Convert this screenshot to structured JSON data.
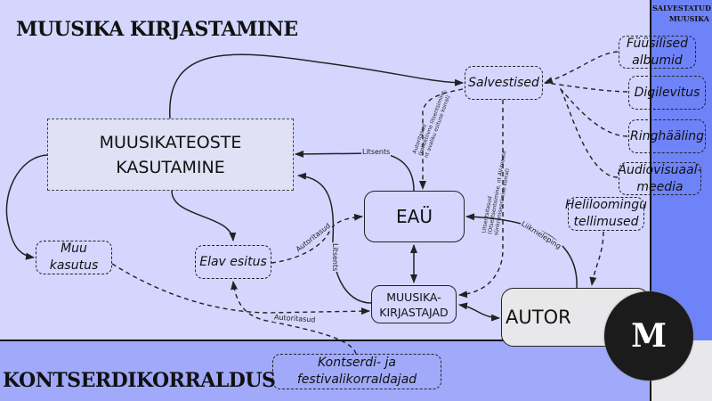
{
  "zones": {
    "main_title": "MUUSIKA KIRJASTAMINE",
    "bottom_title": "KONTSERDIKORRALDUS",
    "right_title": [
      "SALVESTATUD",
      "MUUSIKA"
    ]
  },
  "colors": {
    "main_zone": "#d4d6fd",
    "bottom_zone": "#a1aafa",
    "right_zone": "#6e83f8",
    "corner": "#e8e8ea",
    "logo": "#1b1b1b"
  },
  "nodes": {
    "kasutamine": [
      "MUUSIKATEOSTE",
      "KASUTAMINE"
    ],
    "eau": "EAÜ",
    "kirjastajad": [
      "MUUSIKA-",
      "KIRJASTAJAD"
    ],
    "autor": "AUTOR",
    "salvestised": "Salvestised",
    "fuusilised": [
      "Füüsilised",
      "albumid"
    ],
    "digilevitus": "Digilevitus",
    "ringhaaling": "Ringhääling",
    "audiovisuaal": [
      "Audiovisuaal-",
      "meedia"
    ],
    "heliloomingu": [
      "Heliloomingu",
      "tellimused"
    ],
    "muu": "Muu kasutus",
    "elav": "Elav esitus",
    "kontserdi": [
      "Kontserdi- ja",
      "festivalikorraldajad"
    ]
  },
  "edge_labels": {
    "litsents_top": "Litsents",
    "litsents_vertical": "Litsents",
    "autoritasud_elav": "Autoritasud",
    "autoritasud_bottom": "Autoritasud",
    "liikmeleping": "Liikmeleping",
    "autoritasud_kollektiivne": [
      "Autoritasud",
      "(kollektiivne litsentsimine,",
      "nt avaliku esituse korral)"
    ],
    "litsentsitasud": [
      "Litsentsitasud",
      "(Otselitsentsimine, nt AV-teoste",
      "sünkroniseerimise korral)"
    ]
  },
  "logo": {
    "letter": "M",
    "icon": "m-logo-icon"
  }
}
